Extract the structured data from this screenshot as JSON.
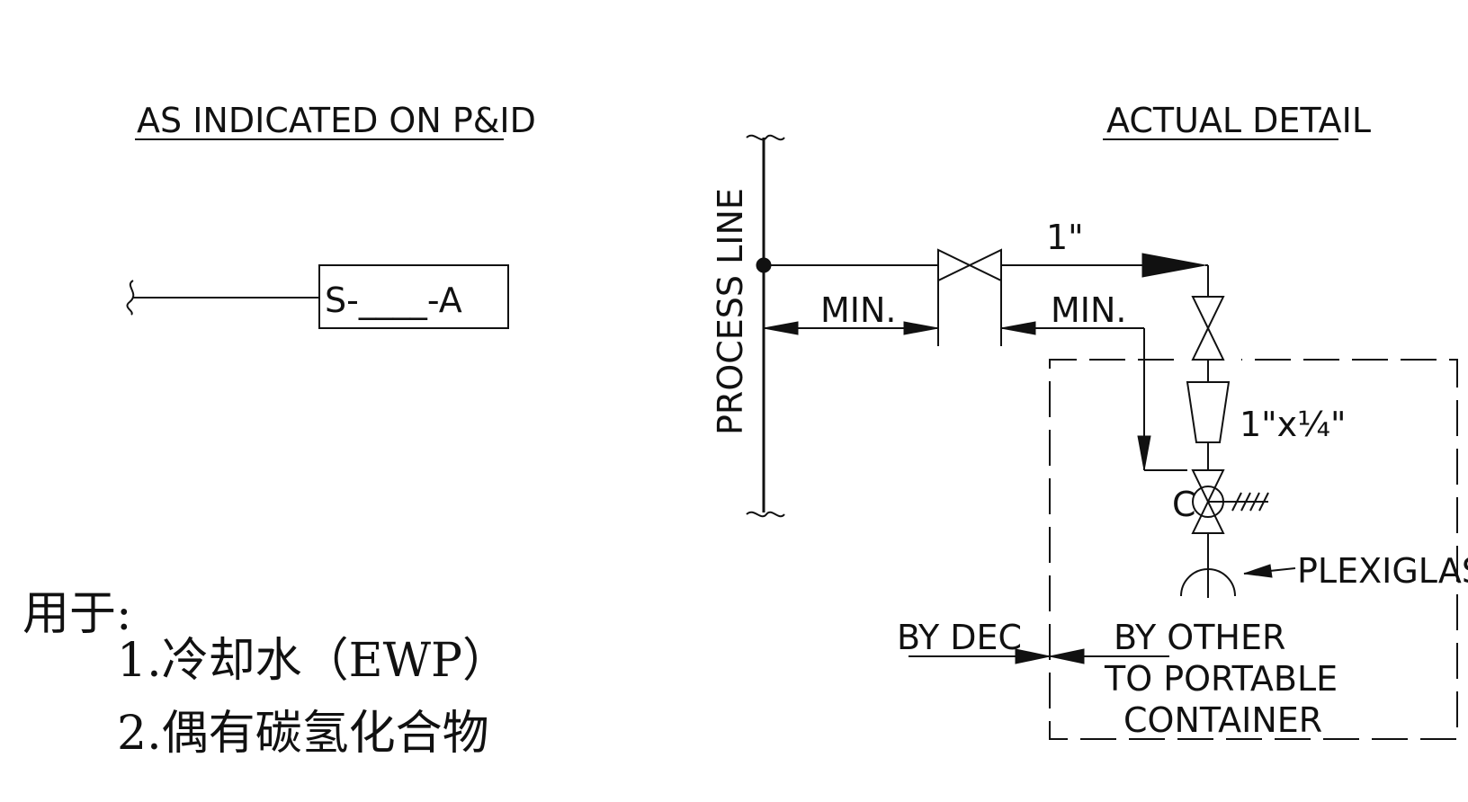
{
  "left_panel": {
    "title": "AS INDICATED ON P&ID",
    "symbol_tag": "S-____-A"
  },
  "right_panel": {
    "title": "ACTUAL DETAIL",
    "process_line_label": "PROCESS LINE",
    "pipe_size_label": "1\"",
    "min_label_1": "MIN.",
    "min_label_2": "MIN.",
    "reducer_label": "1\"x¼\"",
    "valve_tag": "C",
    "plexiglas_label": "PLEXIGLAS",
    "by_dec_label": "BY DEC",
    "by_other_label": "BY OTHER",
    "to_portable_label": "TO PORTABLE",
    "container_label": "CONTAINER"
  },
  "notes": {
    "heading": "用于:",
    "item_1": "1.冷却水（EWP）",
    "item_2": "2.偶有碳氢化合物"
  }
}
